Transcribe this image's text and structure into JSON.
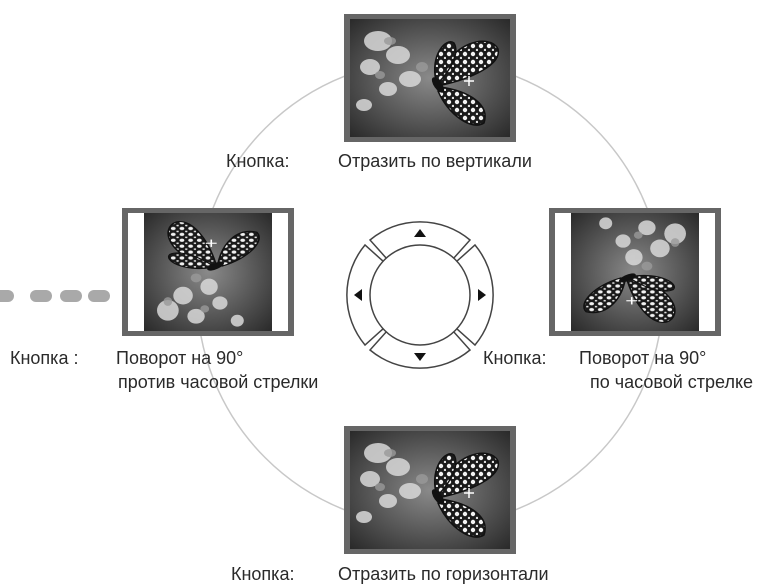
{
  "captions": {
    "top": {
      "prefix": "Кнопка:",
      "action": "Отразить по вертикали"
    },
    "left": {
      "prefix": "Кнопка :",
      "action_line1": "Поворот на 90°",
      "action_line2": "против часовой стрелки"
    },
    "right": {
      "prefix": "Кнопка:",
      "action_line1": "Поворот на 90°",
      "action_line2": "по часовой стрелке"
    },
    "bottom": {
      "prefix": "Кнопка:",
      "action": "Отразить по горизонтали"
    }
  },
  "dpad": {
    "up_icon": "triangle-up-icon",
    "down_icon": "triangle-down-icon",
    "left_icon": "triangle-left-icon",
    "right_icon": "triangle-right-icon"
  },
  "colors": {
    "frame": "#666666",
    "circle": "#c8c8c8",
    "dashes": "#a9a9a9",
    "pad_outline": "#444444"
  }
}
